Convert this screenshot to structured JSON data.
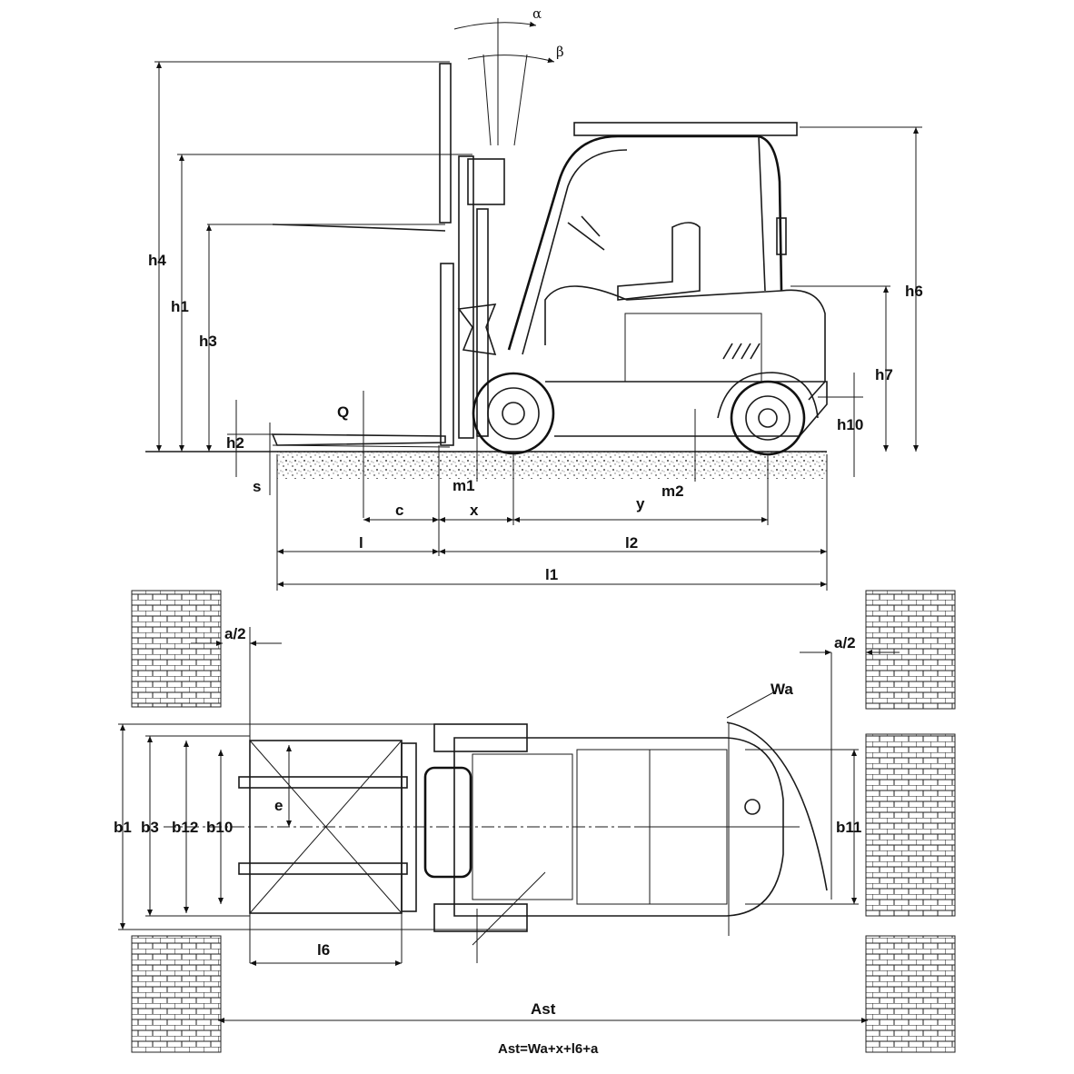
{
  "title": "Forklift dimension drawing",
  "side_view": {
    "labels": {
      "alpha": "α",
      "beta": "β",
      "h4": "h4",
      "h1": "h1",
      "h3": "h3",
      "h2": "h2",
      "s": "s",
      "Q": "Q",
      "m1": "m1",
      "c": "c",
      "x": "x",
      "y": "y",
      "m2": "m2",
      "l": "l",
      "l2": "l2",
      "l1": "l1",
      "h6": "h6",
      "h7": "h7",
      "h10": "h10"
    }
  },
  "top_view": {
    "labels": {
      "a2_left": "a/2",
      "a2_right": "a/2",
      "Wa": "Wa",
      "b1": "b1",
      "b3": "b3",
      "b12": "b12",
      "b10": "b10",
      "e": "e",
      "l6": "l6",
      "b11": "b11",
      "Ast": "Ast"
    },
    "formula": "Ast=Wa+x+l6+a"
  },
  "colors": {
    "line": "#1a1a1a",
    "background": "#ffffff"
  }
}
